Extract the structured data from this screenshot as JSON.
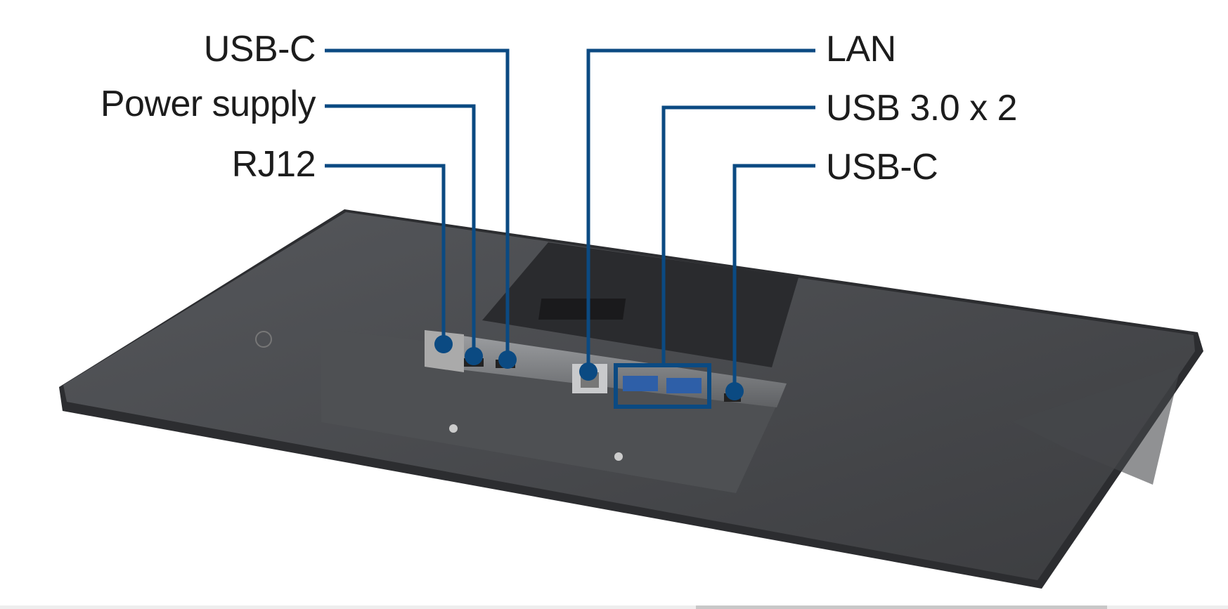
{
  "labels": {
    "left": [
      "USB-C",
      "Power supply",
      "RJ12"
    ],
    "right": [
      "LAN",
      "USB 3.0 x 2",
      "USB-C"
    ]
  },
  "colors": {
    "callout": "#0b4a82",
    "monitor": "#3a3b3e",
    "text": "#1c1c1c"
  }
}
